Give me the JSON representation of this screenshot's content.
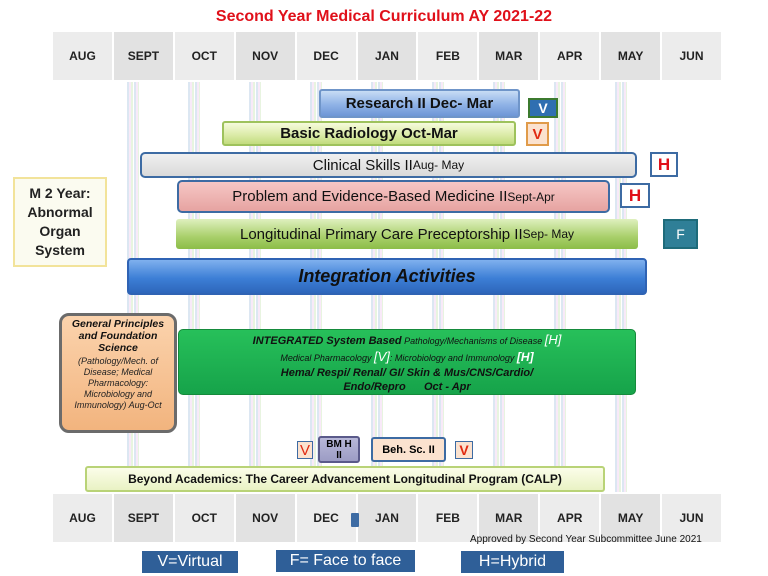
{
  "title": "Second  Year Medical Curriculum AY 2021-22",
  "months_top": [
    "AUG",
    "SEPT",
    "OCT",
    "NOV",
    "DEC",
    "JAN",
    "FEB",
    "MAR",
    "APR",
    "MAY",
    "JUN"
  ],
  "months_bottom": [
    "AUG",
    "SEPT",
    "OCT",
    "NOV",
    "DEC",
    "JAN",
    "FEB",
    "MAR",
    "APR",
    "MAY",
    "JUN"
  ],
  "year_label": "M 2 Year: Abnormal Organ System",
  "bars": {
    "research": "Research II Dec- Mar",
    "radiology": "Basic Radiology Oct-Mar",
    "clinical_main": "Clinical Skills II",
    "clinical_sub": " Aug- May",
    "pebm_main": "Problem and Evidence-Based Medicine II",
    "pebm_sub": " Sept-Apr",
    "lpc_main": "Longitudinal Primary Care Preceptorship II",
    "lpc_sub": " Sep- May",
    "integration": "Integration Activities"
  },
  "badges": {
    "research": "V",
    "radiology": "V",
    "clinical": "H",
    "pebm": "H",
    "lpc": "F",
    "bm_left": "V",
    "behsc": "V"
  },
  "gpfs": {
    "title": "General Principles and Foundation Science",
    "detail": "(Pathology/Mech. of Disease; Medical Pharmacology: Microbiology and Immunology) Aug-Oct"
  },
  "integrated": {
    "line1_bold": "INTEGRATED System Based",
    "line1_rest": " Pathology/Mechanisms  of Disease ",
    "line1_tag": "[H]",
    "line2_a": "Medical Pharmacology ",
    "line2_tag1": "[V]",
    "line2_b": ": Microbiology and Immunology ",
    "line2_tag2": "[H]",
    "line3": "Hema/ Respi/ Renal/ GI/ Skin & Mus/CNS/Cardio/",
    "line4": "Endo/Repro      Oct - Apr"
  },
  "bmh": "BM H II",
  "behsc": "Beh. Sc. II",
  "calp": "Beyond Academics: The Career Advancement Longitudinal Program (CALP)",
  "approved": "Approved by Second  Year Subcommittee June 2021",
  "legend": {
    "virtual": "V=Virtual",
    "face": "F= Face to face",
    "hybrid": "H=Hybrid"
  },
  "colors": {
    "title": "#e0101a",
    "green": "#1ea84a",
    "blue": "#3d7fd6",
    "legend": "#2f5f98"
  }
}
